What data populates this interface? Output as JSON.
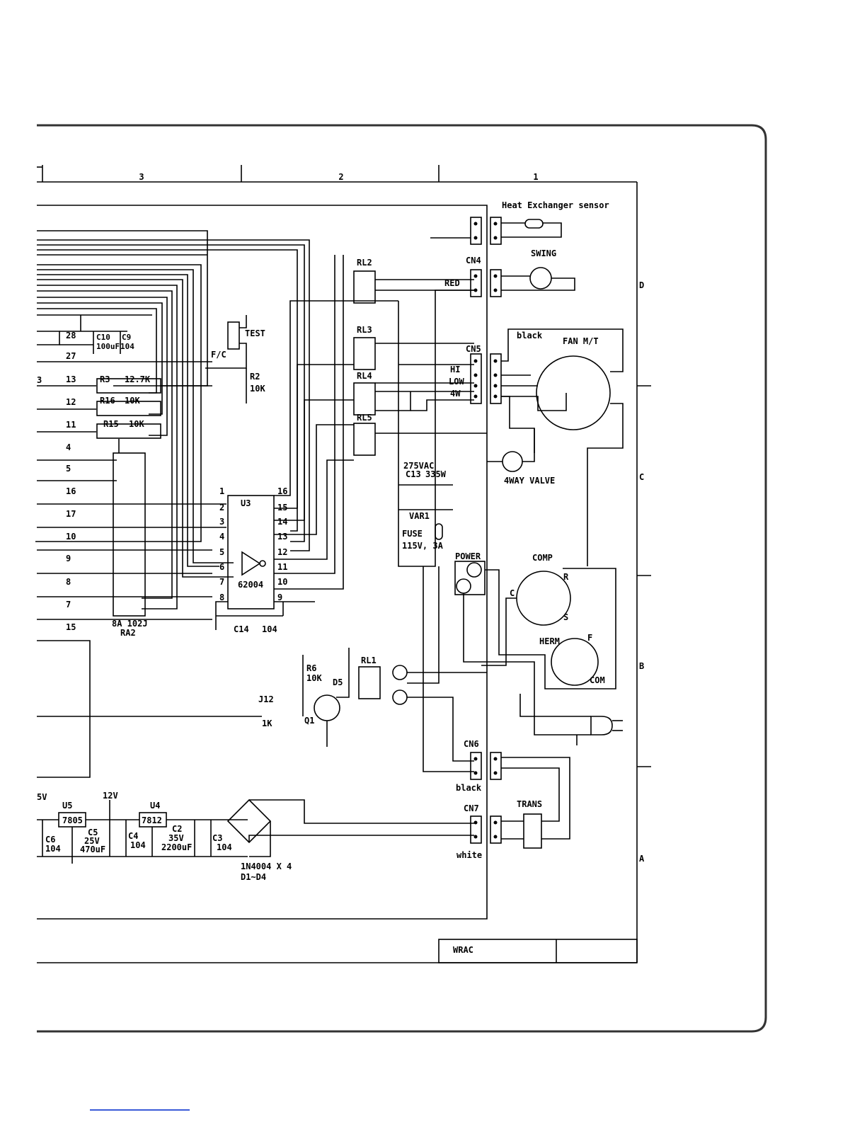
{
  "border": {
    "columns": [
      "3",
      "2",
      "1"
    ],
    "rows": [
      "D",
      "C",
      "B",
      "A"
    ]
  },
  "title_block": {
    "name": "WRAC"
  },
  "labels": {
    "heat_exchanger_sensor": "Heat Exchanger sensor",
    "swing": "SWING",
    "cn4": "CN4",
    "red": "RED",
    "rl2": "RL2",
    "rl3": "RL3",
    "rl4": "RL4",
    "rl5": "RL5",
    "rl1": "RL1",
    "cn5": "CN5",
    "hi": "HI",
    "low": "LOW",
    "fourw": "4W",
    "black_top": "black",
    "fan_mt": "FAN M/T",
    "four_way_valve": "4WAY VALVE",
    "test": "TEST",
    "fc": "F/C",
    "r2": "R2",
    "r2_val": "10K",
    "c10": "C10",
    "c10_val": "100uF",
    "c9": "C9",
    "c9_val": "104",
    "r3": "R3",
    "r3_val": "12.7K",
    "r16": "R16",
    "r16_val": "10K",
    "r15": "R15",
    "r15_val": "10K",
    "cap275": "275VAC",
    "c13": "C13",
    "c13_val": "335W",
    "var1": "VAR1",
    "fuse": "FUSE",
    "fuse_val": "115V, 3A",
    "power": "POWER",
    "comp": "COMP",
    "comp_c": "C",
    "comp_r": "R",
    "comp_s": "S",
    "herm": "HERM",
    "comp_f": "F",
    "com": "COM",
    "u3": "U3",
    "u3_part": "62004",
    "c14": "C14",
    "c14_val": "104",
    "ra2_val": "8A  102J",
    "ra2": "RA2",
    "r6": "R6",
    "r6_val": "10K",
    "d5": "D5",
    "j12": "J12",
    "j12_val": "1K",
    "q1": "Q1",
    "cn6": "CN6",
    "black_bottom": "black",
    "cn7": "CN7",
    "white": "white",
    "trans": "TRANS",
    "v5": "5V",
    "u5": "U5",
    "u5_part": "7805",
    "v12": "12V",
    "u4": "U4",
    "u4_part": "7812",
    "c6": "C6",
    "c6_val": "104",
    "c5": "C5",
    "c5_v": "25V",
    "c5_val": "470uF",
    "c4": "C4",
    "c4_val": "104",
    "c2": "C2",
    "c2_v": "35V",
    "c2_val": "2200uF",
    "c3": "C3",
    "c3_val": "104",
    "diodes": "1N4004 X 4",
    "diodes_ref": "D1~D4",
    "left_cut": "3"
  },
  "mcu_pins": [
    "28",
    "27",
    "13",
    "12",
    "11",
    "4",
    "5",
    "16",
    "17",
    "10",
    "9",
    "8",
    "7",
    "15"
  ],
  "u3_pins_left": [
    "1",
    "2",
    "3",
    "4",
    "5",
    "6",
    "7",
    "8"
  ],
  "u3_pins_right": [
    "16",
    "15",
    "14",
    "13",
    "12",
    "11",
    "10",
    "9"
  ]
}
